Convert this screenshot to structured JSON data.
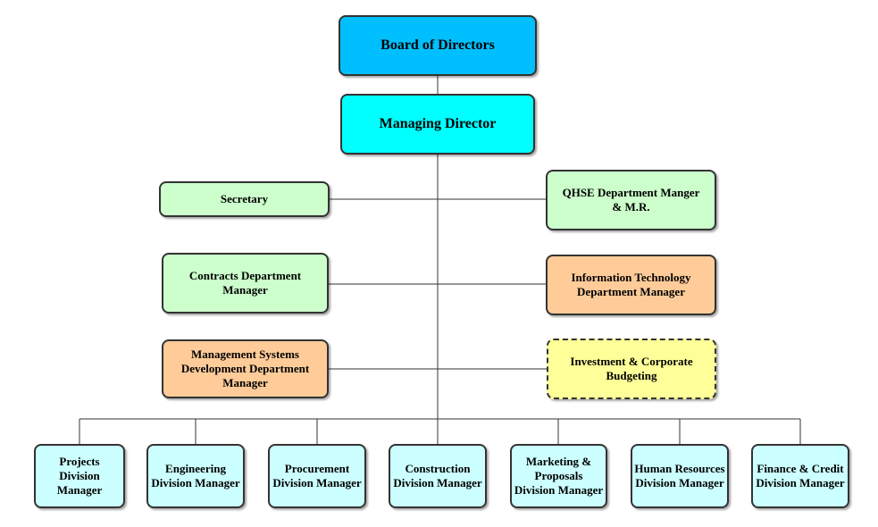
{
  "board": "Board of  Directors",
  "managing": "Managing Director",
  "secretary": "Secretary",
  "qhse": "QHSE Department Manger\n& M.R.",
  "contracts": "Contracts  Department\nManager",
  "it": "Information Technology\nDepartment Manager",
  "msd": "Management Systems\nDevelopment Department\nManager",
  "investment": "Investment & Corporate\nBudgeting",
  "divisions": [
    "Projects\nDivision\nManager",
    "Engineering\nDivision Manager",
    "Procurement\nDivision Manager",
    "Construction\nDivision Manager",
    "Marketing &\nProposals\nDivision Manager",
    "Human Resources\nDivision Manager",
    "Finance & Credit\nDivision Manager"
  ],
  "colors": {
    "board": "#00bfff",
    "managing": "#00ffff",
    "staff_green": "#ccffcc",
    "staff_orange": "#ffcc99",
    "staff_yellow": "#ffff99",
    "division": "#ccffff",
    "line": "#333333"
  }
}
